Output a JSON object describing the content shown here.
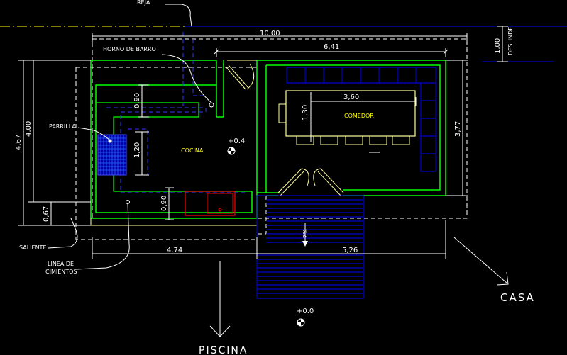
{
  "labels": {
    "reja": "REJA",
    "horno": "HORNO DE BARRO",
    "parrilla": "PARRILLA",
    "saliente": "SALIENTE",
    "linea1": "LINEA DE",
    "linea2": "CIMIENTOS",
    "cocina": "COCINA",
    "comedor": "COMEDOR",
    "casa": "CASA",
    "piscina": "PISCINA",
    "deslinde": "DESLINDE",
    "level_04": "+0.4",
    "level_00": "+0.0",
    "slope": "2%"
  },
  "dims": {
    "d1000": "10,00",
    "d641": "6,41",
    "d100": "1,00",
    "d360": "3,60",
    "d130": "1,30",
    "d377": "3,77",
    "d467": "4,67",
    "d400": "4,00",
    "d090a": "0,90",
    "d120": "1,20",
    "d090b": "0,90",
    "d067": "0,67",
    "d474": "4,74",
    "d526": "5,26"
  },
  "colors": {
    "background": "#000000",
    "walls": "#00ff00",
    "dimension": "#ffffff",
    "hidden": "#0000ff",
    "accent_yellow": "#ffff00",
    "outline_light": "#ffff99",
    "magenta": "#ff00ff",
    "red": "#ff0000"
  }
}
